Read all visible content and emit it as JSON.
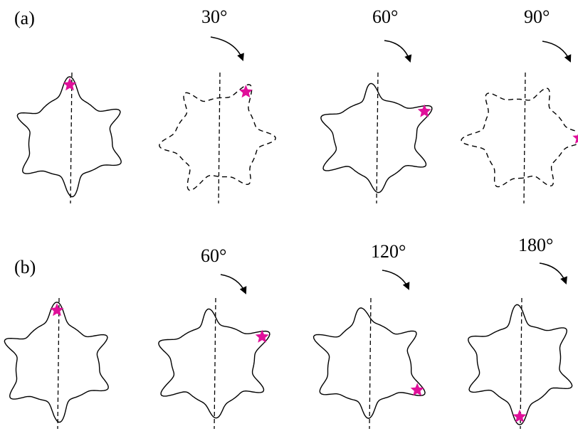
{
  "rows": [
    {
      "label": "(a)",
      "panels": [
        {
          "rotation_deg": 0,
          "angle_label": "",
          "outline": "solid"
        },
        {
          "rotation_deg": 30,
          "angle_label": "30°",
          "outline": "dashed"
        },
        {
          "rotation_deg": 60,
          "angle_label": "60°",
          "outline": "solid"
        },
        {
          "rotation_deg": 90,
          "angle_label": "90°",
          "outline": "dashed"
        }
      ]
    },
    {
      "label": "(b)",
      "panels": [
        {
          "rotation_deg": 0,
          "angle_label": "",
          "outline": "solid"
        },
        {
          "rotation_deg": 60,
          "angle_label": "60°",
          "outline": "solid"
        },
        {
          "rotation_deg": 120,
          "angle_label": "120°",
          "outline": "solid"
        },
        {
          "rotation_deg": 180,
          "angle_label": "180°",
          "outline": "solid"
        }
      ]
    }
  ],
  "colors": {
    "outline": "#000000",
    "marker": "#e0109a",
    "axis": "#000000"
  },
  "icons": {
    "marker": "star-icon",
    "rotation": "curved-arrow-icon"
  }
}
